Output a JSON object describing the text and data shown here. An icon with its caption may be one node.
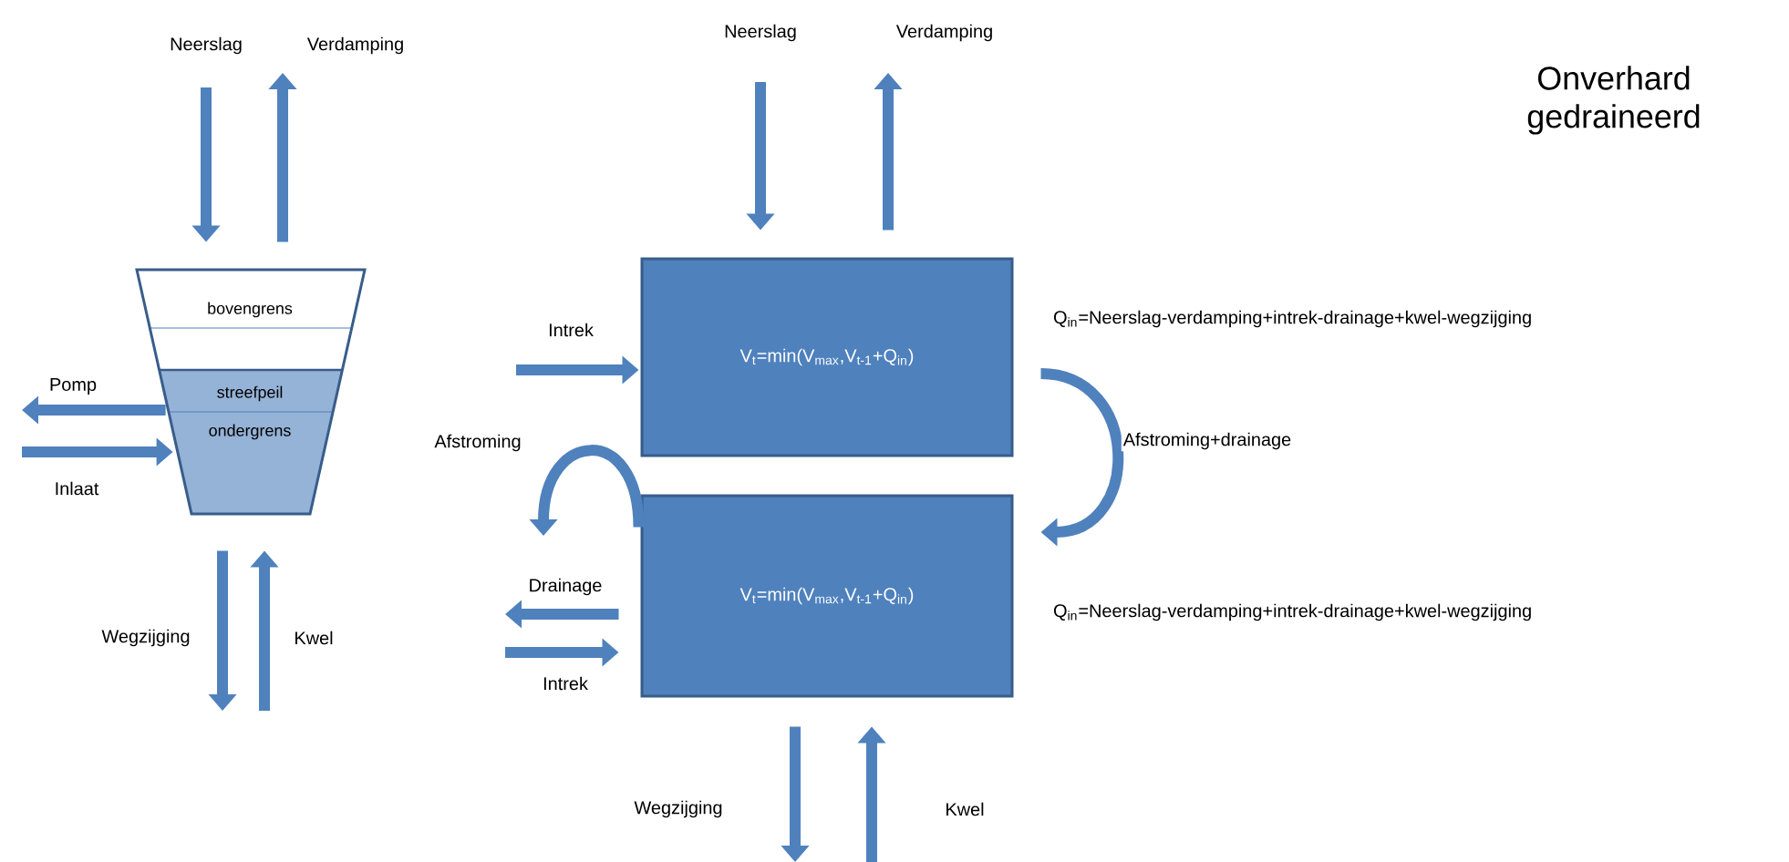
{
  "diagram": {
    "title": "Onverhard gedraineerd",
    "nodes": [
      {
        "text": [
          "bovengrens",
          "streefpeil",
          "ondergrens"
        ]
      },
      {
        "text": [
          "V$_{t}$=min(V$_{max}$,V$_{t-1}$+Q$_{in}$)"
        ],
        "beside": [
          "Q$_{in}$=Neerslag-verdamping+intrek-drainage+kwel-wegzijging"
        ]
      },
      {
        "text": [
          "V$_{t}$=min(V$_{max}$,V$_{t-1}$+Q$_{in}$)"
        ],
        "beside": [
          "Q$_{in}$=Neerslag-verdamping+intrek-drainage+kwel-wegzijging"
        ]
      }
    ],
    "edges": [
      {
        "from": null,
        "to": 0,
        "arrow": "to",
        "label": "Neerslag"
      },
      {
        "from": 0,
        "to": null,
        "arrow": "to",
        "label": "Verdamping"
      },
      {
        "from": 0,
        "to": null,
        "arrow": "to",
        "label": "Pomp"
      },
      {
        "from": null,
        "to": 0,
        "arrow": "to",
        "label": "Inlaat"
      },
      {
        "from": 0,
        "to": null,
        "arrow": "to",
        "label": "Wegzijging"
      },
      {
        "from": null,
        "to": 0,
        "arrow": "to",
        "label": "Kwel"
      },
      {
        "from": null,
        "to": 1,
        "arrow": "to",
        "label": "Neerslag"
      },
      {
        "from": 1,
        "to": null,
        "arrow": "to",
        "label": "Verdamping"
      },
      {
        "from": null,
        "to": 1,
        "arrow": "to",
        "label": "Intrek"
      },
      {
        "from": 1,
        "to": 2,
        "arrow": "to",
        "label": "Afstroming+drainage"
      },
      {
        "from": 2,
        "to": null,
        "arrow": "to",
        "label": "Afstroming"
      },
      {
        "from": 2,
        "to": null,
        "arrow": "to",
        "label": "Drainage"
      },
      {
        "from": null,
        "to": 2,
        "arrow": "to",
        "label": "Intrek"
      },
      {
        "from": 2,
        "to": null,
        "arrow": "to",
        "label": "Wegzijging"
      },
      {
        "from": null,
        "to": 2,
        "arrow": "to",
        "label": "Kwel"
      }
    ]
  }
}
